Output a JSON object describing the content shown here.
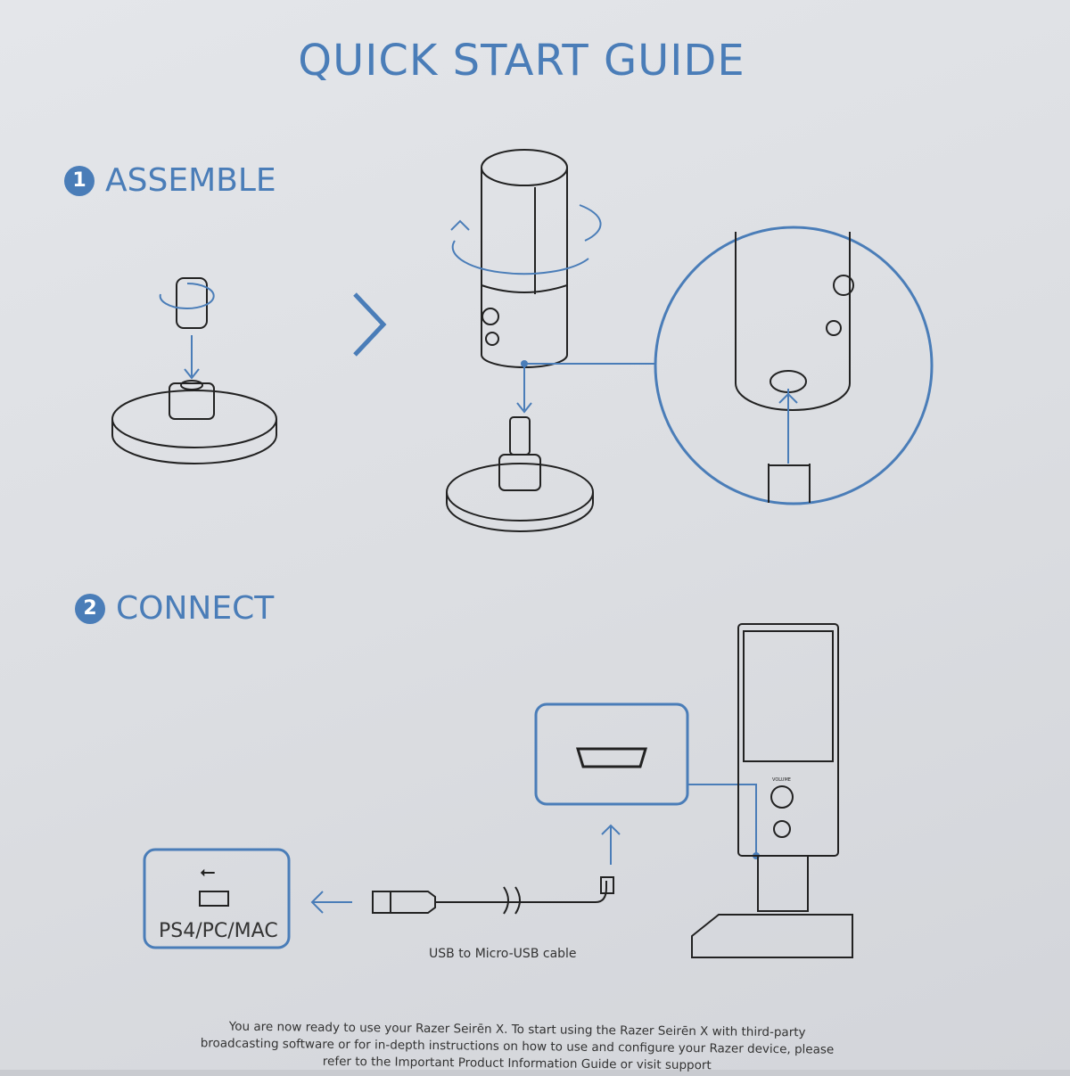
{
  "title": "QUICK START GUIDE",
  "steps": [
    {
      "number": "1",
      "label": "ASSEMBLE"
    },
    {
      "number": "2",
      "label": "CONNECT"
    }
  ],
  "connect": {
    "device_label": "PS4/PC/MAC",
    "cable_caption": "USB to Micro-USB cable",
    "volume_label": "VOLUME"
  },
  "footer": {
    "line1": "You are now ready to use your Razer Seirēn X. To start using the Razer Seirēn X with third-party",
    "line2": "broadcasting software or for in-depth instructions on how to use and configure your Razer device, please",
    "line3": "refer to the Important Product Information Guide or visit support"
  },
  "colors": {
    "accent": "#4a7db8",
    "line": "#222222"
  }
}
